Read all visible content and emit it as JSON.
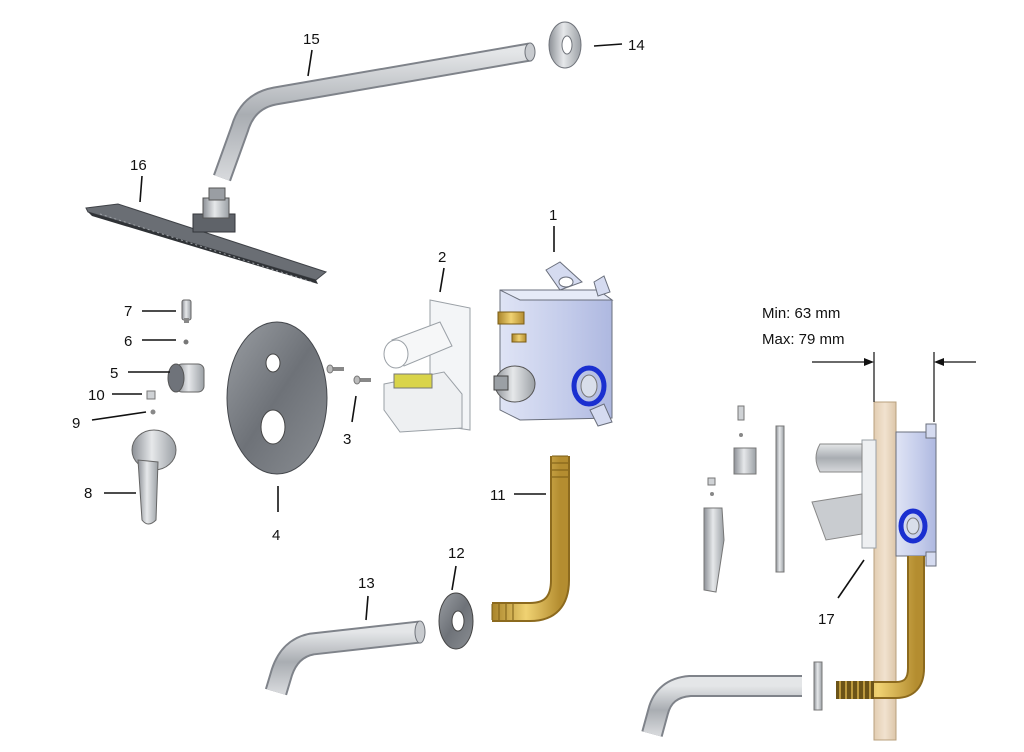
{
  "diagram": {
    "title": "Concealed shower mixer exploded view",
    "dimensions": {
      "min_label": "Min: 63 mm",
      "max_label": "Max: 79 mm"
    },
    "callouts": [
      {
        "id": "1",
        "text": "1"
      },
      {
        "id": "2",
        "text": "2"
      },
      {
        "id": "3",
        "text": "3"
      },
      {
        "id": "4",
        "text": "4"
      },
      {
        "id": "5",
        "text": "5"
      },
      {
        "id": "6",
        "text": "6"
      },
      {
        "id": "7",
        "text": "7"
      },
      {
        "id": "8",
        "text": "8"
      },
      {
        "id": "9",
        "text": "9"
      },
      {
        "id": "10",
        "text": "10"
      },
      {
        "id": "11",
        "text": "11"
      },
      {
        "id": "12",
        "text": "12"
      },
      {
        "id": "13",
        "text": "13"
      },
      {
        "id": "14",
        "text": "14"
      },
      {
        "id": "15",
        "text": "15"
      },
      {
        "id": "16",
        "text": "16"
      },
      {
        "id": "17",
        "text": "17"
      }
    ],
    "colors": {
      "chrome": "#b9bcc0",
      "dark_chrome": "#7d8187",
      "brass": "#d8b24a",
      "blue_ring": "#1a2fd0",
      "body_blue": "#c9d2ee",
      "wall": "#ead8c0",
      "plastic": "#eef0f2"
    }
  }
}
